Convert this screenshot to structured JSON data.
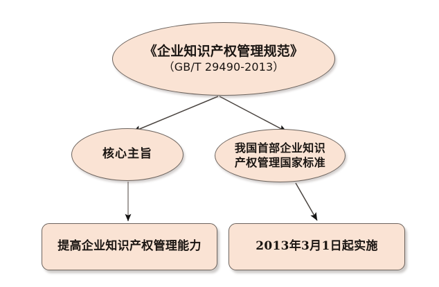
{
  "diagram": {
    "type": "flowchart",
    "language": "zh-CN",
    "colors": {
      "node_fill": "#FAE3D4",
      "node_border": "#6B625C",
      "edge_stroke": "#4A4440",
      "arrowhead": "#141414",
      "text": "#1a1512",
      "background": "#FFFFFF"
    },
    "nodes": {
      "standard": {
        "shape": "ellipse",
        "title": "《企业知识产权管理规范》",
        "subtitle": "（GB/T 29490-2013）"
      },
      "core_purpose": {
        "shape": "ellipse",
        "label": "核心主旨"
      },
      "first_national_standard": {
        "shape": "ellipse",
        "line1": "我国首部企业知识",
        "line2": "产权管理国家标准"
      },
      "capability": {
        "shape": "rounded-rectangle",
        "label": "提高企业知识产权管理能力"
      },
      "effective_date": {
        "shape": "rounded-rectangle",
        "label": "2013年3月1日起实施"
      }
    },
    "edges": [
      {
        "name": "standard-to-core-purpose",
        "from": "standard",
        "to": "core_purpose",
        "style": "solid-arrow"
      },
      {
        "name": "standard-to-first-national-standard",
        "from": "standard",
        "to": "first_national_standard",
        "style": "solid-arrow"
      },
      {
        "name": "core-purpose-to-capability",
        "from": "core_purpose",
        "to": "capability",
        "style": "solid-arrow"
      },
      {
        "name": "first-national-standard-to-effective-date",
        "from": "first_national_standard",
        "to": "effective_date",
        "style": "solid-arrow"
      }
    ]
  }
}
